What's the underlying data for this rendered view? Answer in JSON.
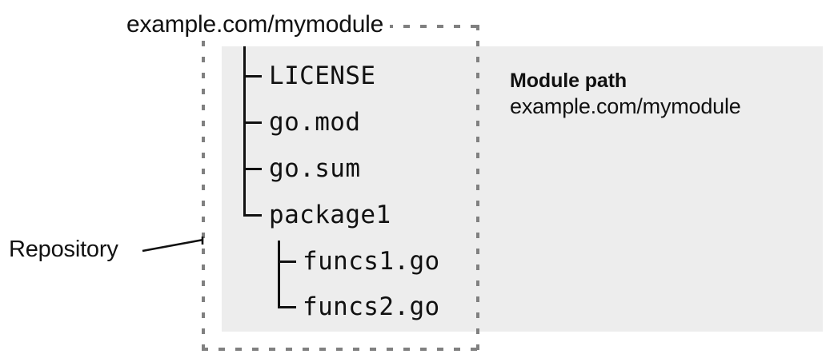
{
  "diagram": {
    "title": "example.com/mymodule",
    "repository_label": "Repository",
    "colors": {
      "panel_background": "#ededed",
      "boundary_dash": "#808080",
      "text": "#111111",
      "page_background": "#ffffff"
    },
    "tree": {
      "root_children": [
        {
          "name": "LICENSE",
          "connector": "tee",
          "depth": 1
        },
        {
          "name": "go.mod",
          "connector": "tee",
          "depth": 1
        },
        {
          "name": "go.sum",
          "connector": "tee",
          "depth": 1
        },
        {
          "name": "package1",
          "connector": "corner",
          "depth": 1
        },
        {
          "name": "funcs1.go",
          "connector": "tee",
          "depth": 2
        },
        {
          "name": "funcs2.go",
          "connector": "corner",
          "depth": 2
        }
      ]
    },
    "annotation": {
      "heading": "Module path",
      "value": "example.com/mymodule"
    }
  }
}
